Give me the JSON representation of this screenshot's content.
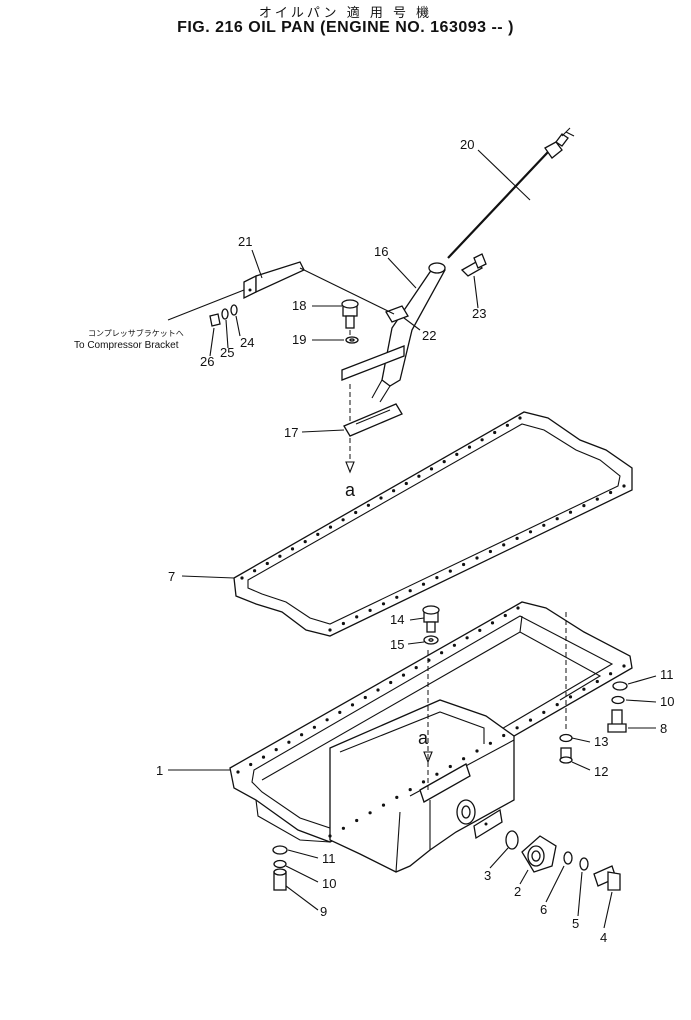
{
  "header": {
    "title_jp": "オイルパン 適 用 号 機",
    "title": "FIG. 216  OIL PAN (ENGINE NO. 163093 -- )"
  },
  "reference": {
    "label_jp": "コンプレッサブラケットへ",
    "label_en": "To Compressor Bracket"
  },
  "arrow_label": "a",
  "callouts": [
    {
      "id": "c20",
      "text": "20"
    },
    {
      "id": "c21",
      "text": "21"
    },
    {
      "id": "c16",
      "text": "16"
    },
    {
      "id": "c18",
      "text": "18"
    },
    {
      "id": "c19",
      "text": "19"
    },
    {
      "id": "c22",
      "text": "22"
    },
    {
      "id": "c23",
      "text": "23"
    },
    {
      "id": "c24",
      "text": "24"
    },
    {
      "id": "c25",
      "text": "25"
    },
    {
      "id": "c26",
      "text": "26"
    },
    {
      "id": "c17",
      "text": "17"
    },
    {
      "id": "c7",
      "text": "7"
    },
    {
      "id": "c14",
      "text": "14"
    },
    {
      "id": "c15",
      "text": "15"
    },
    {
      "id": "c11a",
      "text": "11"
    },
    {
      "id": "c10a",
      "text": "10"
    },
    {
      "id": "c8",
      "text": "8"
    },
    {
      "id": "c13",
      "text": "13"
    },
    {
      "id": "c12",
      "text": "12"
    },
    {
      "id": "c1",
      "text": "1"
    },
    {
      "id": "c11b",
      "text": "11"
    },
    {
      "id": "c10b",
      "text": "10"
    },
    {
      "id": "c9",
      "text": "9"
    },
    {
      "id": "c3",
      "text": "3"
    },
    {
      "id": "c2",
      "text": "2"
    },
    {
      "id": "c6",
      "text": "6"
    },
    {
      "id": "c5",
      "text": "5"
    },
    {
      "id": "c4",
      "text": "4"
    }
  ]
}
